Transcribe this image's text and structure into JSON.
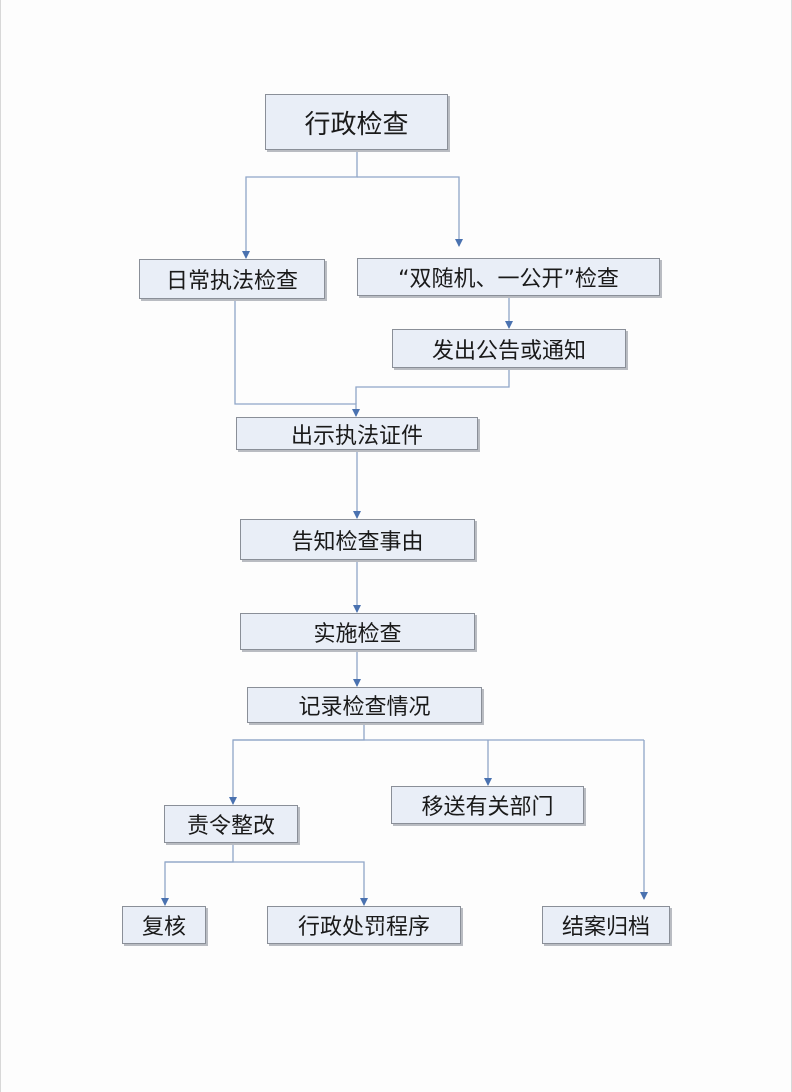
{
  "colors": {
    "box_fill": "#e9eef7",
    "box_border": "#8a8f98",
    "connector": "#8fa6c8",
    "arrowhead": "#4a72b0"
  },
  "flowchart": {
    "nodes": {
      "root": "行政检查",
      "routine": "日常执法检查",
      "random": "“双随机、一公开”检查",
      "notice": "发出公告或通知",
      "credential": "出示执法证件",
      "inform": "告知检查事由",
      "implement": "实施检查",
      "record": "记录检查情况",
      "rectify": "责令整改",
      "transfer": "移送有关部门",
      "review": "复核",
      "penalty": "行政处罚程序",
      "close": "结案归档"
    },
    "edges": [
      [
        "root",
        "routine"
      ],
      [
        "root",
        "random"
      ],
      [
        "random",
        "notice"
      ],
      [
        "routine",
        "credential"
      ],
      [
        "notice",
        "credential"
      ],
      [
        "credential",
        "inform"
      ],
      [
        "inform",
        "implement"
      ],
      [
        "implement",
        "record"
      ],
      [
        "record",
        "rectify"
      ],
      [
        "record",
        "transfer"
      ],
      [
        "record",
        "close"
      ],
      [
        "rectify",
        "review"
      ],
      [
        "rectify",
        "penalty"
      ]
    ]
  }
}
